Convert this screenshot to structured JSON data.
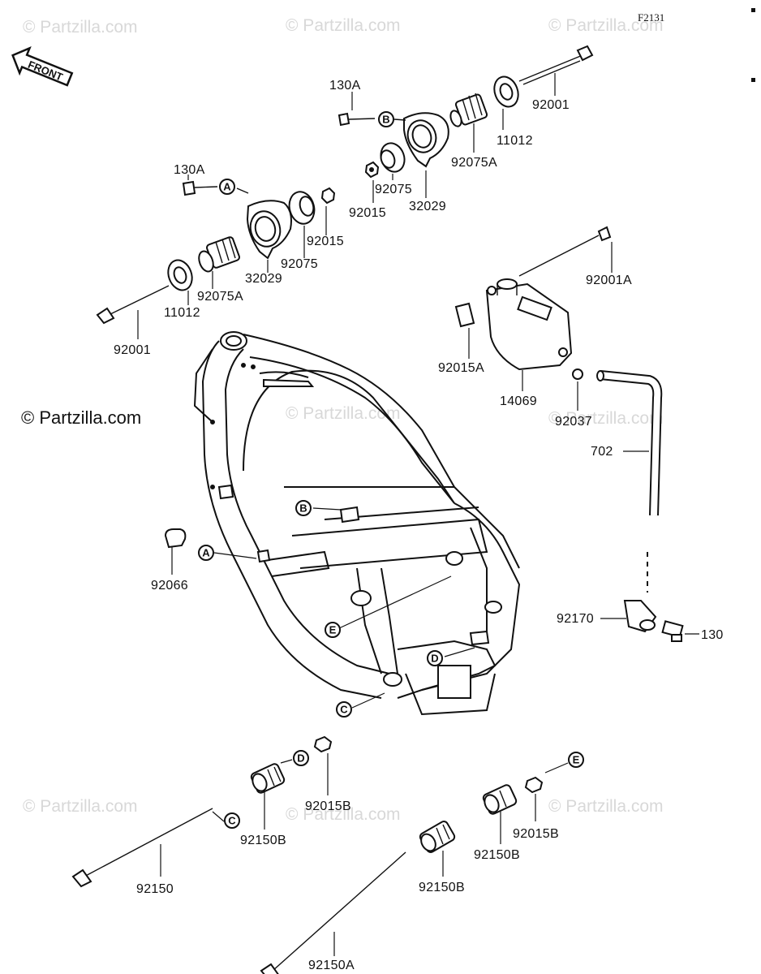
{
  "diagram": {
    "code": "F2131",
    "front_label": "FRONT",
    "watermark": "© Partzilla.com",
    "parts": {
      "p92001_top": "92001",
      "p11012_top": "11012",
      "p92075A_top": "92075A",
      "p130A_top": "130A",
      "p92075_top": "92075",
      "p92015_top": "92015",
      "p32029_top": "32029",
      "p130A_left": "130A",
      "p92015_left": "92015",
      "p92075_left": "92075",
      "p32029_left": "32029",
      "p92075A_left": "92075A",
      "p11012_left": "11012",
      "p92001_left": "92001",
      "p92001A": "92001A",
      "p92015A": "92015A",
      "p14069": "14069",
      "p92037": "92037",
      "p702": "702",
      "p92066": "92066",
      "p92170": "92170",
      "p130": "130",
      "p92015B_a": "92015B",
      "p92150B_a": "92150B",
      "p92150": "92150",
      "p92150B_b": "92150B",
      "p92150A": "92150A",
      "p92015B_b": "92015B",
      "p92150B_c": "92150B"
    },
    "refs": {
      "A": "A",
      "B": "B",
      "C": "C",
      "D": "D",
      "E": "E"
    }
  }
}
